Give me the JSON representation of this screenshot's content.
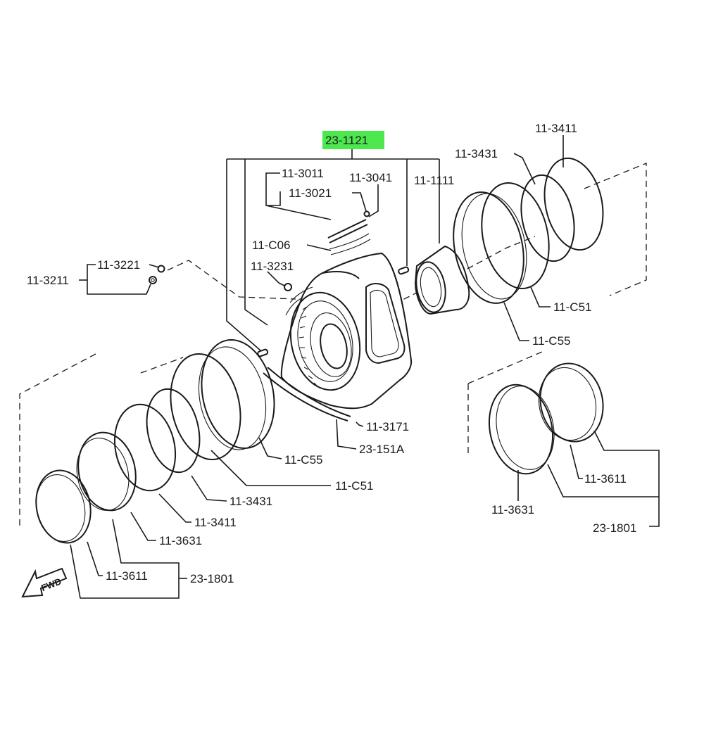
{
  "highlight_color": "#4de84d",
  "labels": {
    "rotor_assy": "23-1121",
    "seal_11_3011": "11-3011",
    "seal_11_3041": "11-3041",
    "seal_11_3021": "11-3021",
    "seal_11_1111": "11-1111",
    "seal_11_C06": "11-C06",
    "seal_11_3231": "11-3231",
    "seal_11_3221": "11-3221",
    "seal_11_3211": "11-3211",
    "ring_r_3431": "11-3431",
    "ring_r_3411": "11-3411",
    "ring_r_C51": "11-C51",
    "ring_r_C55": "11-C55",
    "seal_11_3171": "11-3171",
    "seal_23_151A": "23-151A",
    "ring_l_C55": "11-C55",
    "ring_l_C51": "11-C51",
    "ring_l_3431": "11-3431",
    "ring_l_3411": "11-3411",
    "ring_l_3631": "11-3631",
    "ring_l_3611": "11-3611",
    "set_l_1801": "23-1801",
    "ring_r2_3611": "11-3611",
    "ring_r2_3631": "11-3631",
    "set_r_1801": "23-1801",
    "fwd": "FWD"
  }
}
